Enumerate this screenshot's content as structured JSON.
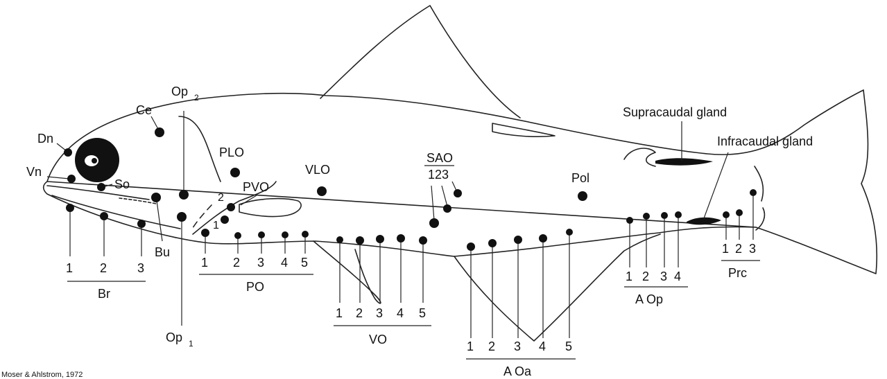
{
  "labels": {
    "dn": "Dn",
    "vn": "Vn",
    "so": "So",
    "ce": "Ce",
    "op2": "Op",
    "op2_sub": "2",
    "op1": "Op",
    "op1_sub": "1",
    "bu": "Bu",
    "plo": "PLO",
    "pvo": "PVO",
    "pvo_1": "1",
    "pvo_2": "2",
    "vlo": "VLO",
    "sao": "SAO",
    "sao_nums": "123",
    "pol": "Pol",
    "supracaudal": "Supracaudal gland",
    "infracaudal": "Infracaudal gland"
  },
  "groups": {
    "br": {
      "name": "Br",
      "nums": [
        "1",
        "2",
        "3"
      ]
    },
    "po": {
      "name": "PO",
      "nums": [
        "1",
        "2",
        "3",
        "4",
        "5"
      ]
    },
    "vo": {
      "name": "VO",
      "nums": [
        "1",
        "2",
        "3",
        "4",
        "5"
      ]
    },
    "aoa": {
      "name": "A Oa",
      "nums": [
        "1",
        "2",
        "3",
        "4",
        "5"
      ]
    },
    "aop": {
      "name": "A Op",
      "nums": [
        "1",
        "2",
        "3",
        "4"
      ]
    },
    "prc": {
      "name": "Prc",
      "nums": [
        "1",
        "2",
        "3"
      ]
    }
  },
  "credit": "Moser & Ahlstrom, 1972"
}
